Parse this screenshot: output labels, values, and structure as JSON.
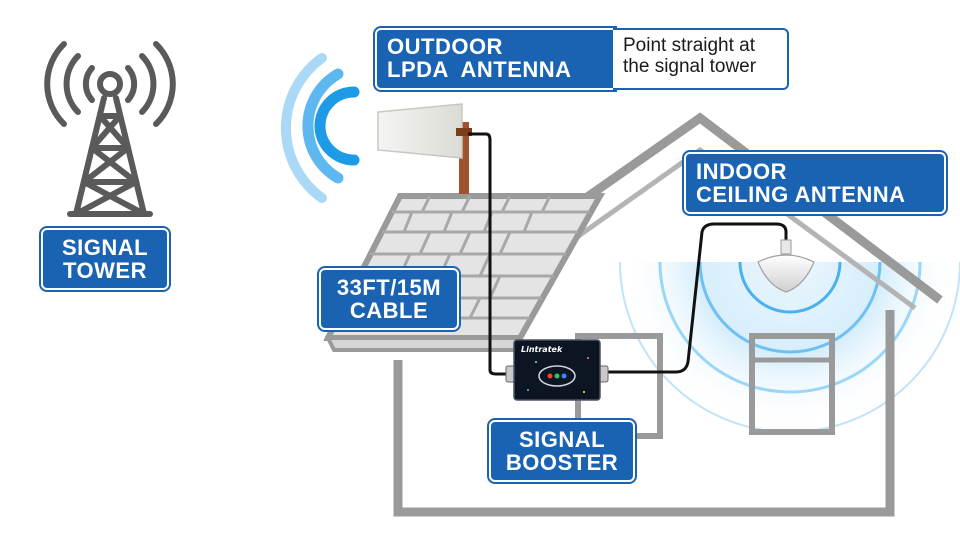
{
  "colors": {
    "accent": "#1a63b3",
    "house_line": "#9a9a9a",
    "wave_blue": "#5bb9f0",
    "booster_body": "#0c1522"
  },
  "tower": {
    "label": [
      "SIGNAL",
      "TOWER"
    ],
    "icon": "signal-tower-icon"
  },
  "outdoor_antenna": {
    "label": [
      "OUTDOOR",
      "LPDA  ANTENNA"
    ],
    "note": [
      "Point straight at",
      "the signal tower"
    ]
  },
  "cable": {
    "label": [
      "33FT/15M",
      "CABLE"
    ]
  },
  "indoor_antenna": {
    "label": [
      "INDOOR",
      "CEILING ANTENNA"
    ]
  },
  "booster": {
    "label": [
      "SIGNAL",
      "BOOSTER"
    ],
    "brand": "Lintratek"
  }
}
